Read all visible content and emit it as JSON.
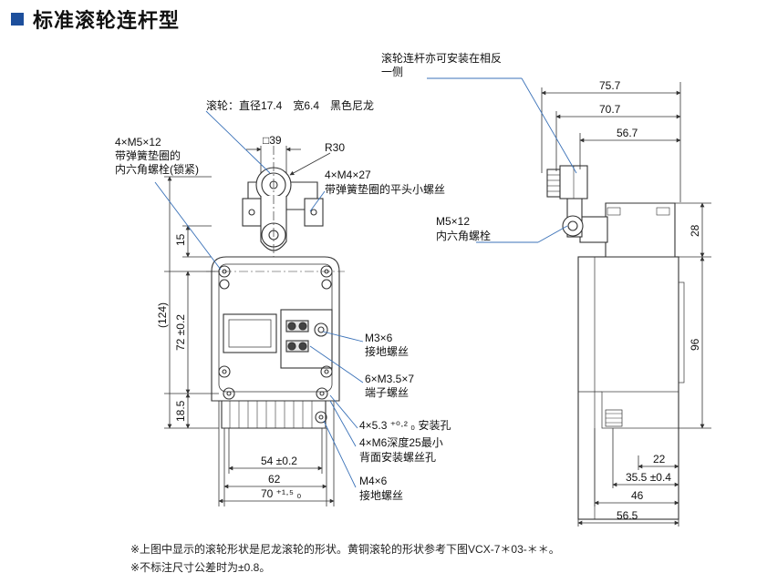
{
  "title": "标准滚轮连杆型",
  "colors": {
    "accent": "#1d4f9c",
    "line": "#333333",
    "leader": "#3b72b8"
  },
  "front_view": {
    "roller_label": "滚轮：直径17.4　宽6.4　黑色尼龙",
    "bolt_label_lines": [
      "4×M5×12",
      "带弹簧垫圈的",
      "内六角螺栓(锁紧)"
    ],
    "square_dim": "□39",
    "radius_dim": "R30",
    "screw_label_lines": [
      "4×M4×27",
      "带弹簧垫圈的平头小螺丝"
    ],
    "ground_screw_label_lines": [
      "M3×6",
      "接地螺丝"
    ],
    "terminal_label_lines": [
      "6×M3.5×7",
      "端子螺丝"
    ],
    "mount_hole_label": "4×5.3 ⁺⁰·² ₀ 安装孔",
    "back_hole_label_lines": [
      "4×M6深度25最小",
      "背面安装螺丝孔"
    ],
    "ground_screw2_label_lines": [
      "M4×6",
      "接地螺丝"
    ],
    "dim_15": "15",
    "dim_124": "(124)",
    "dim_72": "72 ±0.2",
    "dim_18_5": "18.5",
    "dim_54": "54 ±0.2",
    "dim_62": "62",
    "dim_70": "70 ⁺¹·⁵ ₀"
  },
  "side_view": {
    "lever_note_lines": [
      "滚轮连杆亦可安装在相反",
      "一侧"
    ],
    "bolt_label_lines": [
      "M5×12",
      "内六角螺栓"
    ],
    "dim_75_7": "75.7",
    "dim_70_7": "70.7",
    "dim_56_7": "56.7",
    "dim_28": "28",
    "dim_96": "96",
    "dim_22": "22",
    "dim_35_5": "35.5 ±0.4",
    "dim_46": "46",
    "dim_56_5": "56.5"
  },
  "notes": [
    "※上图中显示的滚轮形状是尼龙滚轮的形状。黄铜滚轮的形状参考下图VCX-7＊03-＊＊。",
    "※不标注尺寸公差时为±0.8。"
  ]
}
